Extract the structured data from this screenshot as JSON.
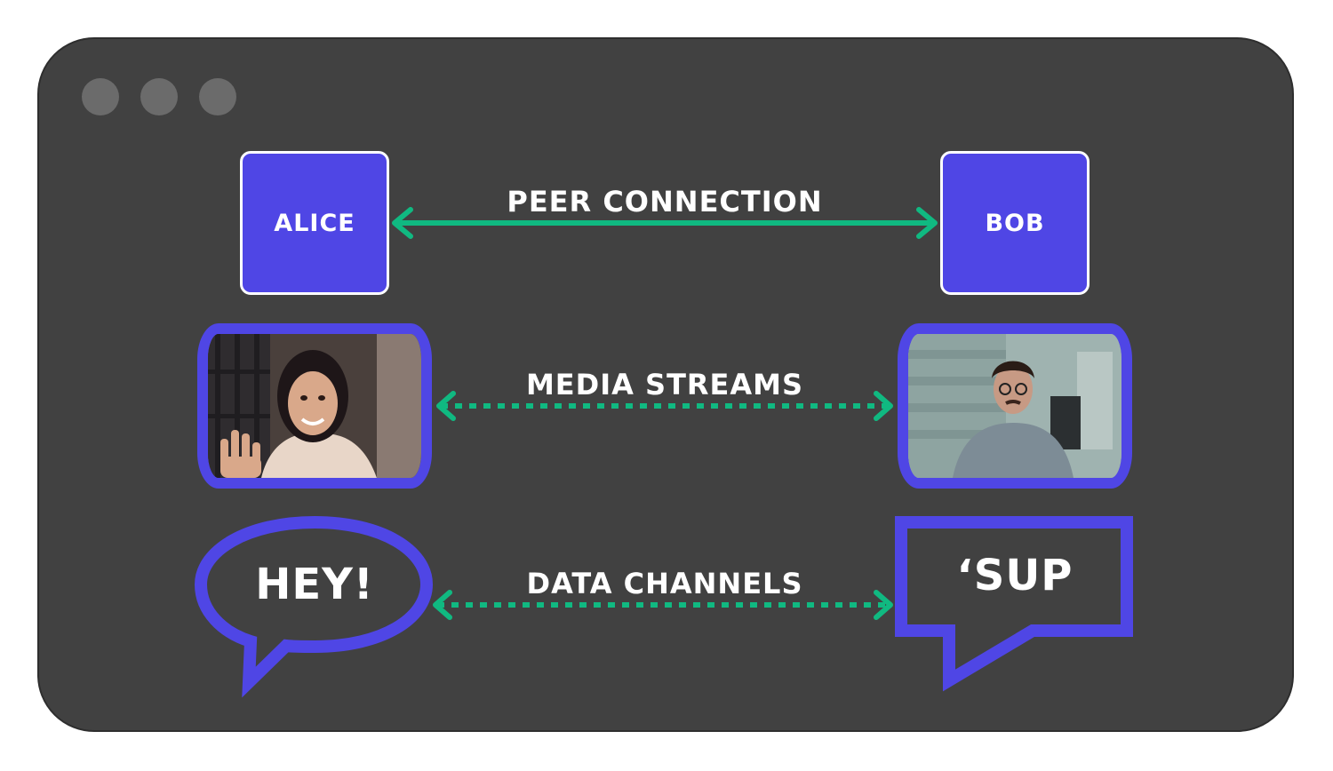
{
  "window_controls": [
    {
      "icon": "circle-icon"
    },
    {
      "icon": "circle-icon"
    },
    {
      "icon": "circle-icon"
    }
  ],
  "peers": {
    "left": "ALICE",
    "right": "BOB"
  },
  "connections": {
    "peer": "PEER CONNECTION",
    "media": "MEDIA STREAMS",
    "data": "DATA CHANNELS"
  },
  "messages": {
    "alice": "HEY!",
    "bob": "‘SUP"
  },
  "colors": {
    "window": "#414141",
    "accent": "#4f46e5",
    "arrow": "#10b981",
    "text": "#ffffff"
  }
}
